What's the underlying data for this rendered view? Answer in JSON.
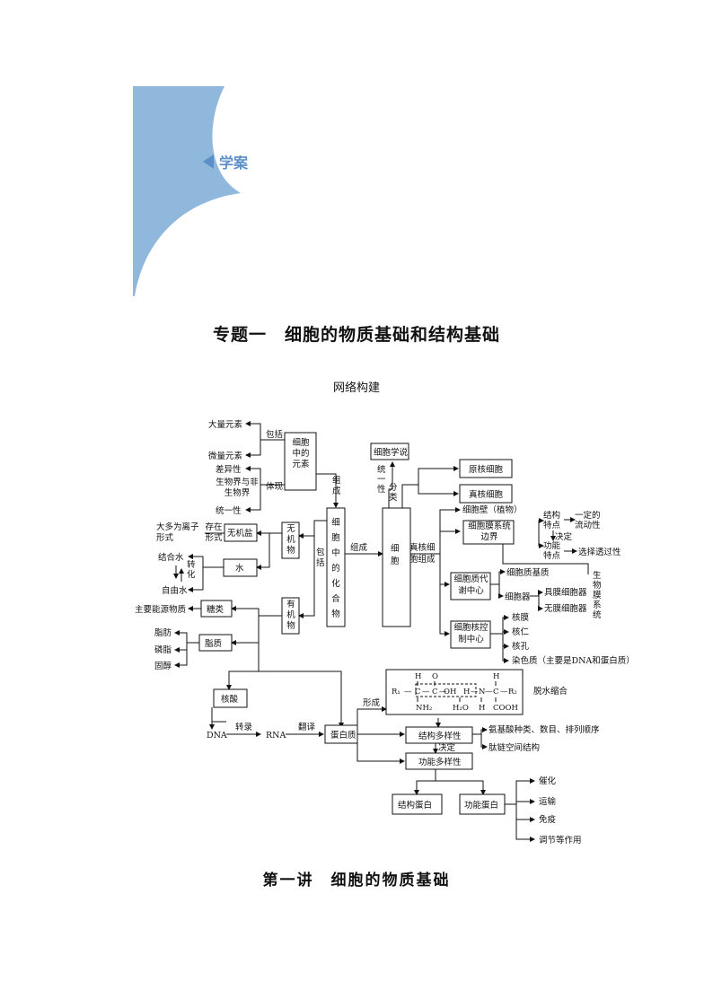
{
  "header": {
    "tag": "学案",
    "title": "专题一　细胞的物质基础和结构基础",
    "subtitle": "网络构建"
  },
  "lesson_title": "第一讲　细胞的物质基础",
  "diagram": {
    "elements": {
      "box": "细胞中的元素",
      "major": "大量元素",
      "trace": "微量元素",
      "diff": "差异性",
      "bio": "生物界与非生物界",
      "unity": "统一性",
      "include": "包括",
      "embody": "体现",
      "compose": "组成"
    },
    "compounds": {
      "box": "细胞中的化合物",
      "include": "包括",
      "inorganic": "无机物",
      "organic": "有机物",
      "salt": "无机盐",
      "exist": "存在形式",
      "ion": "大多为离子形式",
      "water": "水",
      "bound": "结合水",
      "free": "自由水",
      "convert": "转化",
      "sugar": "糖类",
      "sugar_role": "主要能源物质",
      "lipid": "脂质",
      "fat": "脂肪",
      "phospho": "磷脂",
      "sterol": "固醇",
      "compose": "组成"
    },
    "cell": {
      "box": "细胞",
      "theory": "细胞学说",
      "unity": "统一性",
      "classify": "分类",
      "prok": "原核细胞",
      "euk": "真核细胞",
      "euk_comp": "真核细胞组成",
      "wall": "细胞壁（植物）",
      "membrane": "细胞膜系统边界",
      "struct_feat": "结构特点",
      "fluidity": "一定的流动性",
      "decide": "决定",
      "func_feat": "功能特点",
      "permeab": "选择透过性",
      "cytoplasm": "细胞质代谢中心",
      "matrix": "细胞质基质",
      "organelle": "细胞器",
      "membr_org": "具膜细胞器",
      "nonmem_org": "无膜细胞器",
      "biomem": "生物膜系统",
      "nucleus": "细胞核控制中心",
      "nm": "核膜",
      "nucleolus": "核仁",
      "pore": "核孔",
      "chromatin": "染色质（主要是DNA和蛋白质）"
    },
    "protein": {
      "nucleic": "核酸",
      "dna": "DNA",
      "rna": "RNA",
      "transcribe": "转录",
      "translate": "翻译",
      "protein": "蛋白质",
      "form": "形成",
      "dehydrate": "脱水缩合",
      "diversity": "结构多样性",
      "aa": "氨基酸种类、数目、排列顺序",
      "chain": "肽链空间结构",
      "decide": "决定",
      "func_div": "功能多样性",
      "struct_prot": "结构蛋白",
      "func_prot": "功能蛋白",
      "catalysis": "催化",
      "transport": "运输",
      "immune": "免疫",
      "regulate": "调节等作用"
    },
    "formula": {
      "h": "H",
      "o": "O",
      "r1": "R₁",
      "c": "C",
      "oh": "OH",
      "hn": "H",
      "n": "N",
      "r2": "R₂",
      "nh2": "NH₂",
      "h2o": "H₂O",
      "cooh": "COOH",
      "dash": "—",
      "dbl": "‖",
      "bar": "|"
    }
  }
}
